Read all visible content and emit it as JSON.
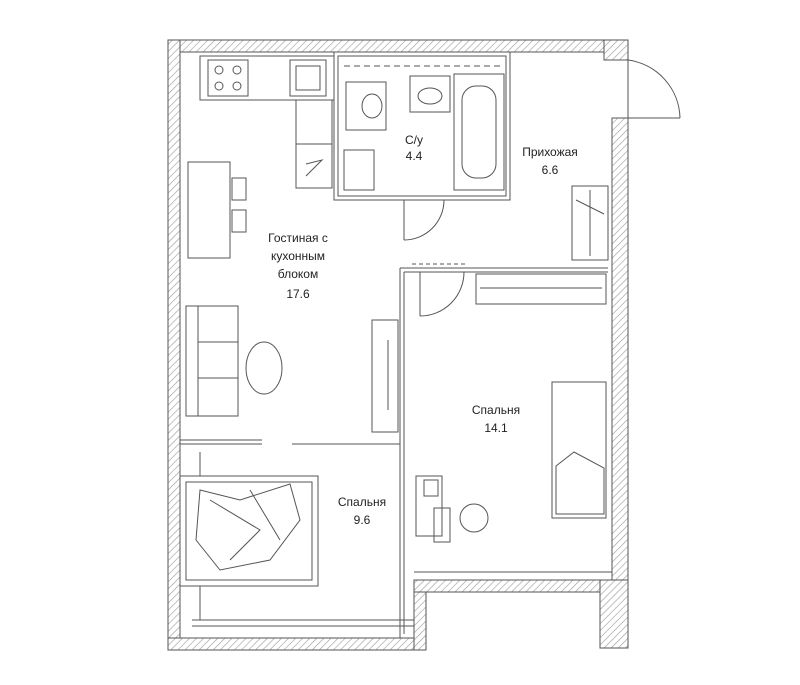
{
  "rooms": {
    "bathroom": {
      "name": "С/у",
      "area": "4.4"
    },
    "hallway": {
      "name": "Прихожая",
      "area": "6.6"
    },
    "living": {
      "name_line1": "Гостиная с",
      "name_line2": "кухонным",
      "name_line3": "блоком",
      "area": "17.6"
    },
    "bedroom_small": {
      "name": "Спальня",
      "area": "9.6"
    },
    "bedroom_large": {
      "name": "Спальня",
      "area": "14.1"
    }
  },
  "colors": {
    "wall": "#555555",
    "hatch": "#9a9a9a",
    "background": "#ffffff"
  }
}
